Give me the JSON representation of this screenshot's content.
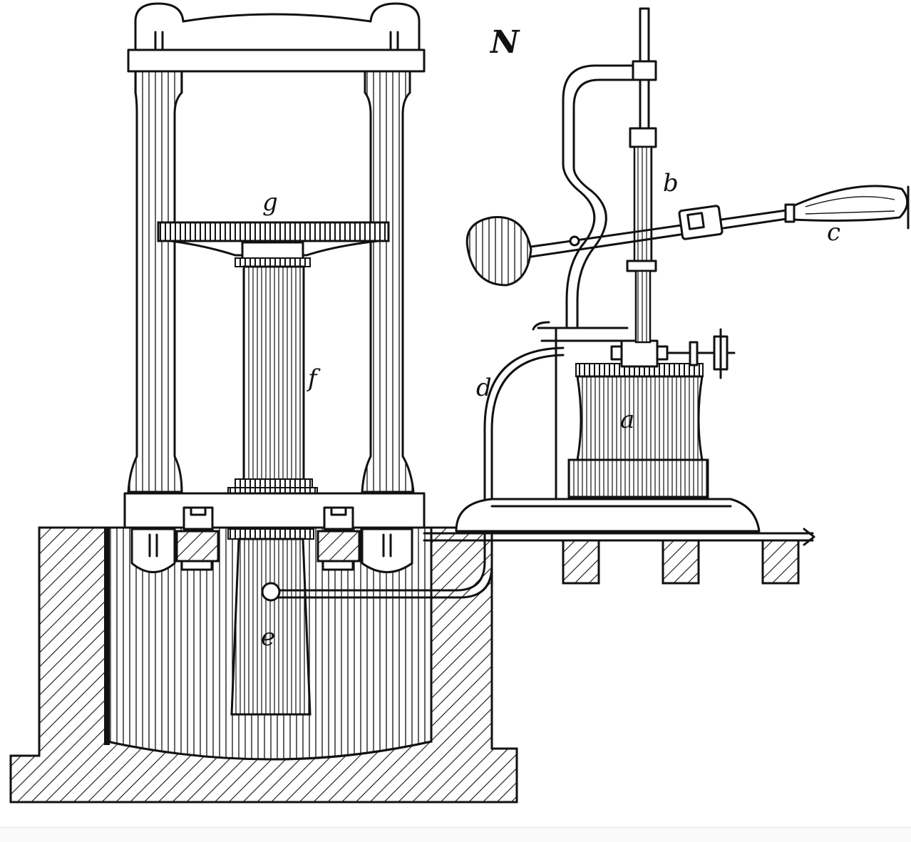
{
  "figure": {
    "title": "N",
    "labels": {
      "a": "a",
      "b": "b",
      "c": "c",
      "d": "d",
      "e": "e",
      "f": "f",
      "g": "g"
    }
  },
  "colors": {
    "ink": "#111111",
    "paper": "#ffffff"
  }
}
